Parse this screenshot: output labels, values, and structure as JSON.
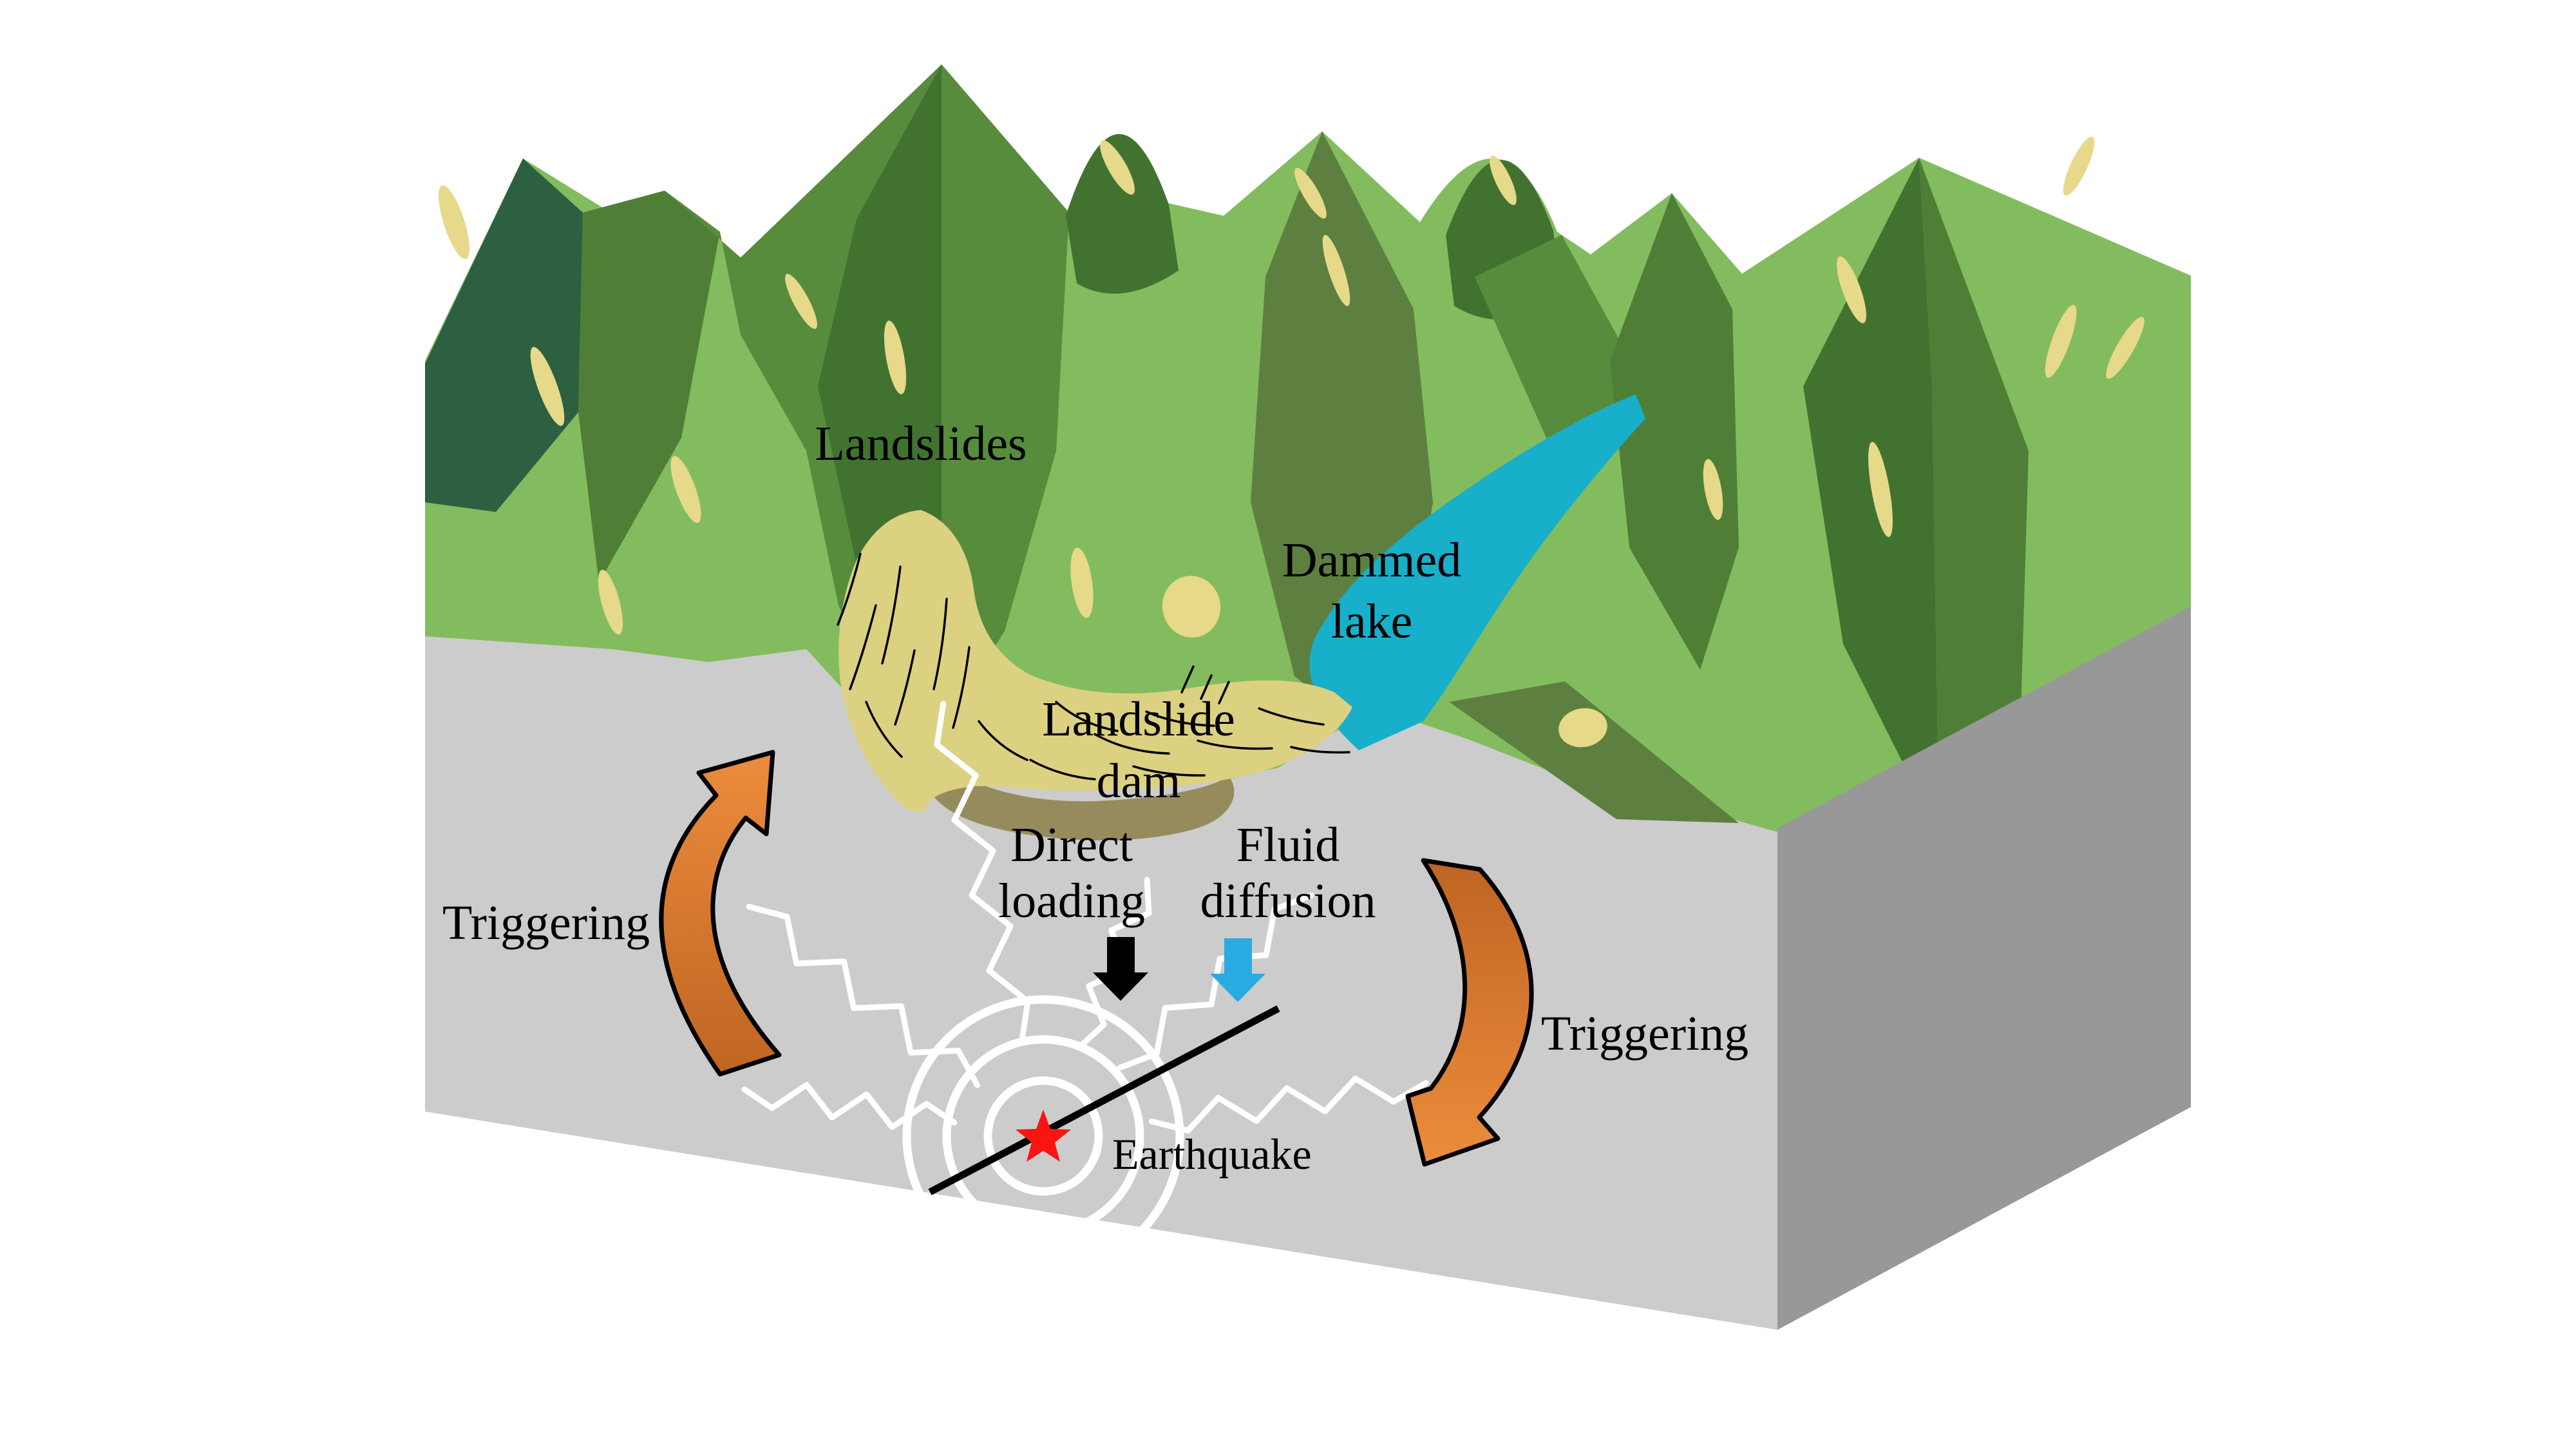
{
  "title": "Landslide dam and earthquake triggering schematic diagram",
  "labels": {
    "landslides": "Landslides",
    "dammed_lake": {
      "line1": "Dammed",
      "line2": "lake"
    },
    "landslide_dam": {
      "line1": "Landslide",
      "line2": "dam"
    },
    "direct_loading": {
      "line1": "Direct",
      "line2": "loading"
    },
    "fluid_diffusion": {
      "line1": "Fluid",
      "line2": "diffusion"
    },
    "triggering_left": "Triggering",
    "triggering_right": "Triggering",
    "earthquake": "Earthquake"
  },
  "icons": {
    "epicenter": "red-star-icon",
    "seismic_rings": "concentric-circles-icon",
    "seismic_rays": "zigzag-wave-icon",
    "triggering_left_arrow": "curved-arrow-up-icon",
    "triggering_right_arrow": "curved-arrow-down-icon",
    "direct_loading_arrow": "down-arrow-black-icon",
    "fluid_diffusion_arrow": "down-arrow-blue-icon",
    "fault": "fault-line-icon"
  },
  "colors": {
    "background": "#ffffff",
    "front_face_gray": "#cccccc",
    "side_face_gray": "#989898",
    "light_green": "#83bc5e",
    "mid_green": "#568c3b",
    "leaf_green": "#4f7f36",
    "olive_green": "#5d8040",
    "dark_green": "#427230",
    "pine_green": "#2d5f41",
    "pale_yellow": "#e6d98a",
    "deposit_yellow": "#dcd181",
    "dam_brown": "#968b5d",
    "lake_teal": "#17afc9",
    "arrow_orange": "#ec8c3c",
    "arrow_orange_dark": "#bf6523",
    "arrow_blue": "#29abe2",
    "star_red": "#fb1410",
    "wave_white": "#ffffff",
    "outline_black": "#000000"
  }
}
